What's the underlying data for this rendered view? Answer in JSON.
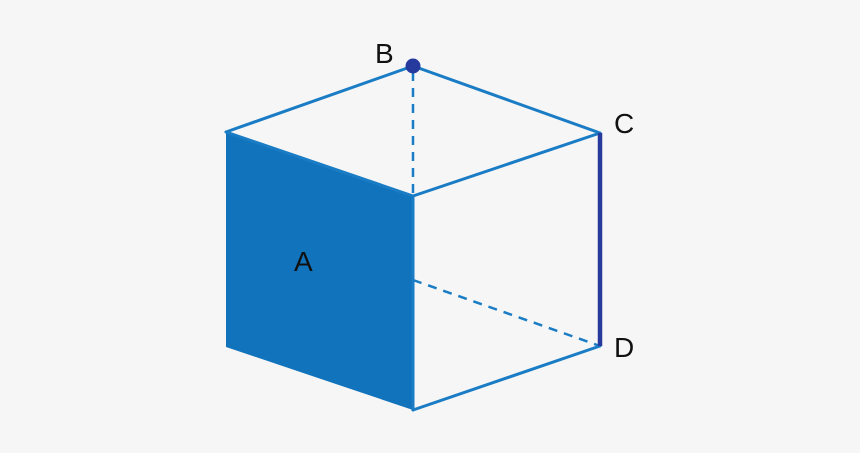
{
  "diagram": {
    "type": "cube",
    "colors": {
      "background": "#f6f6f7",
      "edge": "#1a7cc4",
      "face_fill": "#1173bb",
      "highlight_edge": "#26399c",
      "point": "#26399c",
      "label": "#111111"
    },
    "labels": {
      "face": "A",
      "vertex_top": "B",
      "vertex_right_top": "C",
      "vertex_right_bottom": "D"
    }
  }
}
